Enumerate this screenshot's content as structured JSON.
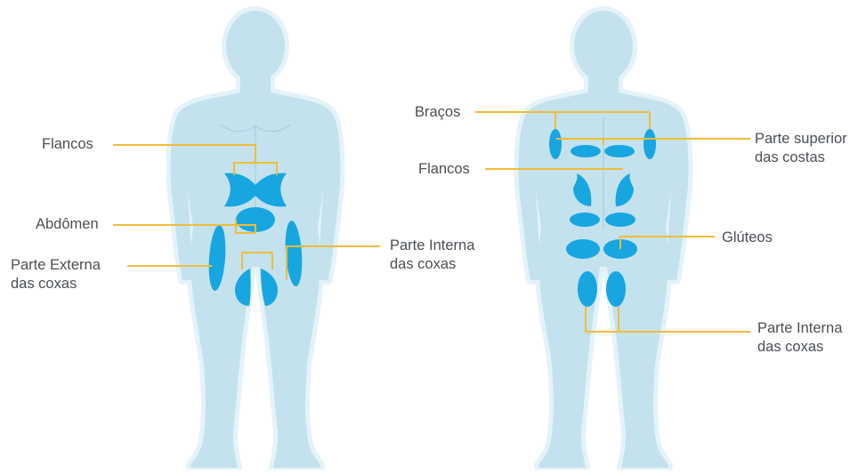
{
  "colors": {
    "body_fill": "#c3e2ee",
    "body_outline": "#e4f3f9",
    "spot": "#17a6e0",
    "leader": "#f0bc3a",
    "text": "#4a4f55"
  },
  "front": {
    "flancos": "Flancos",
    "abdomen": "Abdômen",
    "externa_line1": "Parte Externa",
    "externa_line2": "das coxas",
    "interna_line1": "Parte Interna",
    "interna_line2": "das coxas"
  },
  "back": {
    "bracos": "Braços",
    "flancos": "Flancos",
    "costas_line1": "Parte superior",
    "costas_line2": "das costas",
    "gluteos": "Glúteos",
    "interna_line1": "Parte Interna",
    "interna_line2": "das coxas"
  }
}
